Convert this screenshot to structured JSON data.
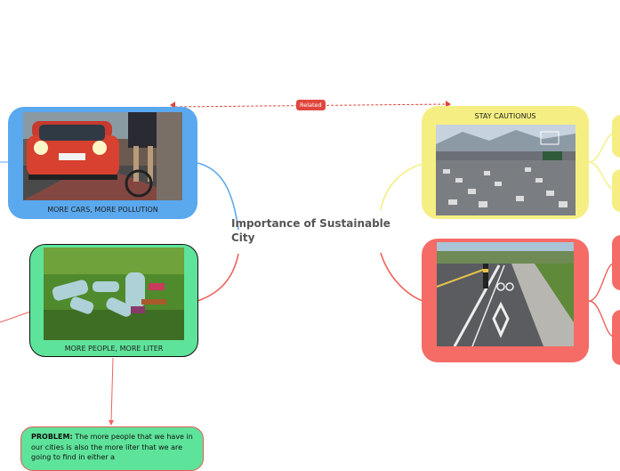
{
  "central_topic": "Importance of Sustainable City",
  "relation_label": "Related",
  "nodes": {
    "cars": {
      "caption": "MORE CARS, MORE POLLUTION",
      "color": "#5aa8ee",
      "image": "red car and cyclist on a road"
    },
    "people": {
      "caption": "MORE PEOPLE, MORE LITER",
      "color": "#5ee39a",
      "image": "plastic bottles littered on grass"
    },
    "cautious": {
      "caption": "STAY CAUTIONUS",
      "color": "#f5ef83",
      "image": "congested multi-lane highway traffic"
    },
    "bike_lane": {
      "caption": "",
      "color": "#f56b66",
      "image": "road with a marked bike lane"
    }
  },
  "problem": {
    "label": "PROBLEM:",
    "text": "The more people that we have in our cities is also the more liter that we are going to find in either a"
  },
  "colors": {
    "blue_branch": "#5aa8ee",
    "red_branch": "#f0605a",
    "yellow_branch": "#f5ef83",
    "related_line": "#e0463d"
  }
}
